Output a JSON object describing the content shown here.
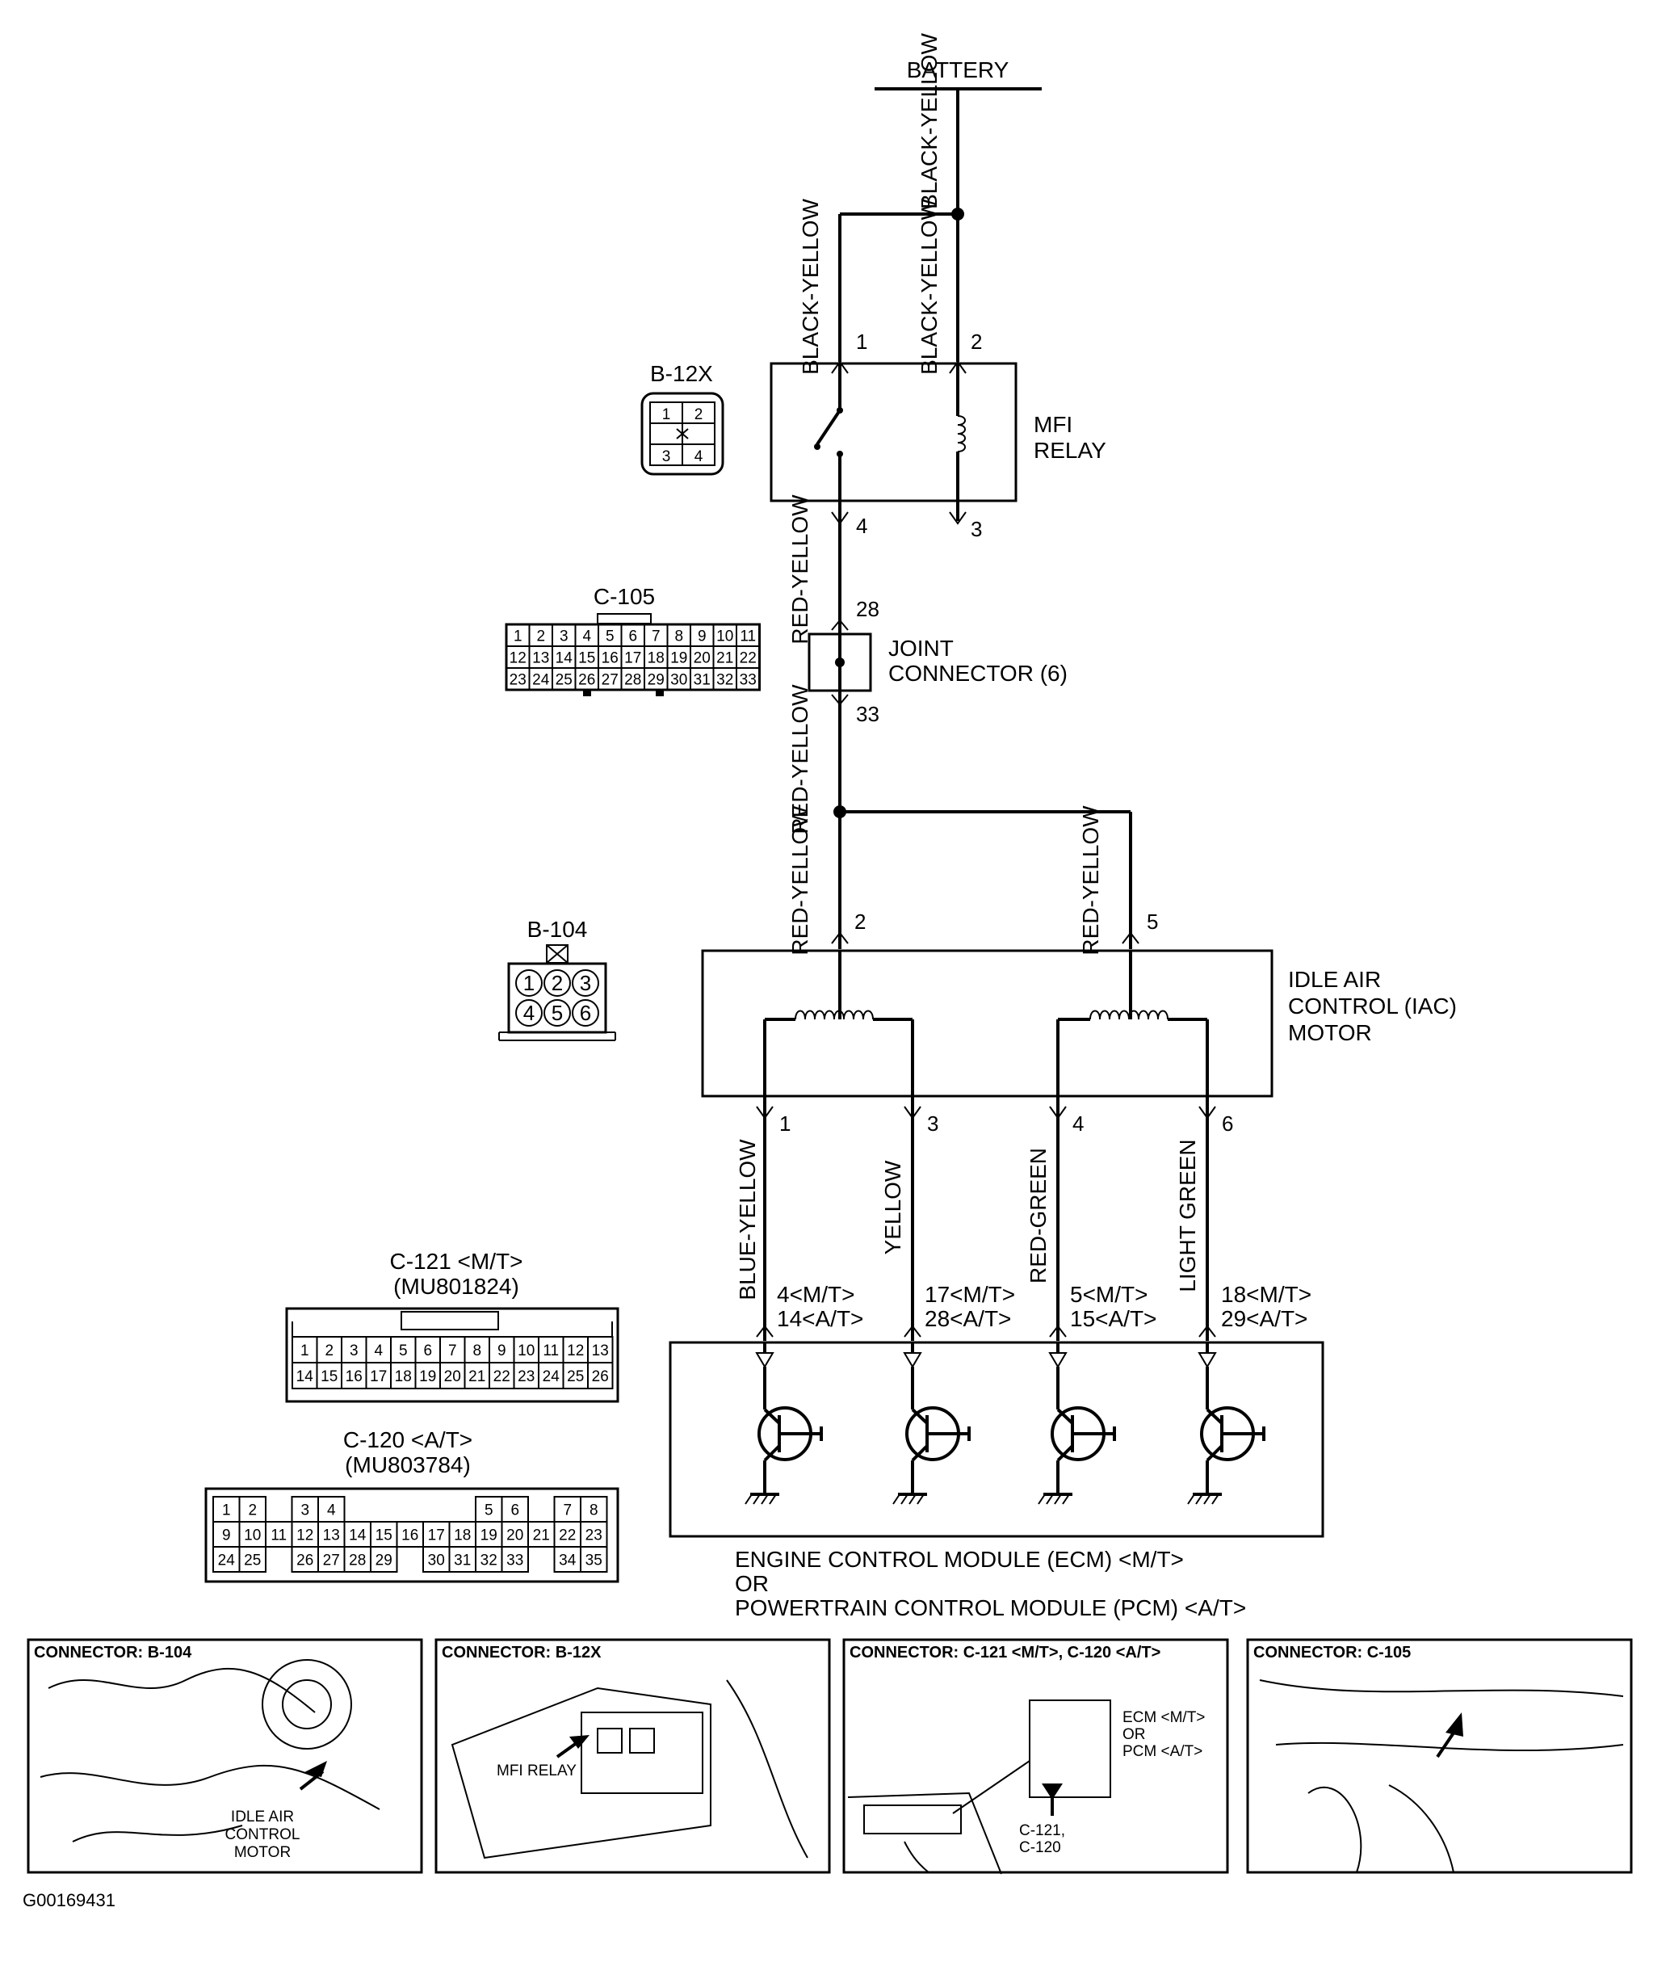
{
  "battery": "BATTERY",
  "wires": {
    "black_yellow": "BLACK-YELLOW",
    "red_yellow": "RED-YELLOW",
    "blue_yellow": "BLUE-YELLOW",
    "yellow": "YELLOW",
    "red_green": "RED-GREEN",
    "light_green": "LIGHT GREEN"
  },
  "mfi_relay": {
    "line1": "MFI",
    "line2": "RELAY",
    "pins": [
      "1",
      "2",
      "4",
      "3"
    ]
  },
  "joint_connector": {
    "line1": "JOINT",
    "line2": "CONNECTOR (6)",
    "pin_in": "28",
    "pin_out": "33"
  },
  "iac_motor": {
    "line1": "IDLE AIR",
    "line2": "CONTROL (IAC)",
    "line3": "MOTOR",
    "pins_top": [
      "2",
      "5"
    ],
    "pins_bottom": [
      "1",
      "3",
      "4",
      "6"
    ]
  },
  "ecm_pins": [
    {
      "mt": "4<M/T>",
      "at": "14<A/T>"
    },
    {
      "mt": "17<M/T>",
      "at": "28<A/T>"
    },
    {
      "mt": "5<M/T>",
      "at": "15<A/T>"
    },
    {
      "mt": "18<M/T>",
      "at": "29<A/T>"
    }
  ],
  "ecm": {
    "line1": "ENGINE CONTROL MODULE (ECM) <M/T>",
    "line2": "OR",
    "line3": "POWERTRAIN CONTROL MODULE (PCM) <A/T>"
  },
  "connectors": {
    "b12x": {
      "name": "B-12X",
      "pins": [
        "1",
        "2",
        "3",
        "4"
      ]
    },
    "c105": {
      "name": "C-105",
      "rows": [
        [
          "1",
          "2",
          "3",
          "4",
          "5",
          "6",
          "7",
          "8",
          "9",
          "10",
          "11"
        ],
        [
          "12",
          "13",
          "14",
          "15",
          "16",
          "17",
          "18",
          "19",
          "20",
          "21",
          "22"
        ],
        [
          "23",
          "24",
          "25",
          "26",
          "27",
          "28",
          "29",
          "30",
          "31",
          "32",
          "33"
        ]
      ]
    },
    "b104": {
      "name": "B-104",
      "pins": [
        "1",
        "2",
        "3",
        "4",
        "5",
        "6"
      ]
    },
    "c121": {
      "name": "C-121 <M/T>",
      "part": "(MU801824)",
      "rows": [
        [
          "1",
          "2",
          "3",
          "4",
          "5",
          "6",
          "7",
          "8",
          "9",
          "10",
          "11",
          "12",
          "13"
        ],
        [
          "14",
          "15",
          "16",
          "17",
          "18",
          "19",
          "20",
          "21",
          "22",
          "23",
          "24",
          "25",
          "26"
        ]
      ]
    },
    "c120": {
      "name": "C-120 <A/T>",
      "part": "(MU803784)",
      "rows": [
        [
          "1",
          "2",
          "",
          "3",
          "4",
          "",
          "",
          "",
          "",
          "",
          "5",
          "6",
          "",
          "7",
          "8"
        ],
        [
          "9",
          "10",
          "11",
          "12",
          "13",
          "14",
          "15",
          "16",
          "17",
          "18",
          "19",
          "20",
          "21",
          "22",
          "23"
        ],
        [
          "24",
          "25",
          "",
          "26",
          "27",
          "28",
          "29",
          "",
          "30",
          "31",
          "32",
          "33",
          "",
          "34",
          "35"
        ]
      ]
    }
  },
  "photos": [
    {
      "title": "CONNECTOR: B-104",
      "labels": [
        "IDLE AIR",
        "CONTROL",
        "MOTOR"
      ]
    },
    {
      "title": "CONNECTOR: B-12X",
      "labels": [
        "MFI RELAY"
      ]
    },
    {
      "title": "CONNECTOR: C-121 <M/T>, C-120 <A/T>",
      "labels": [
        "ECM <M/T>",
        "OR",
        "PCM <A/T>",
        "C-121,",
        "C-120"
      ]
    },
    {
      "title": "CONNECTOR: C-105",
      "labels": []
    }
  ],
  "figure_id": "G00169431"
}
